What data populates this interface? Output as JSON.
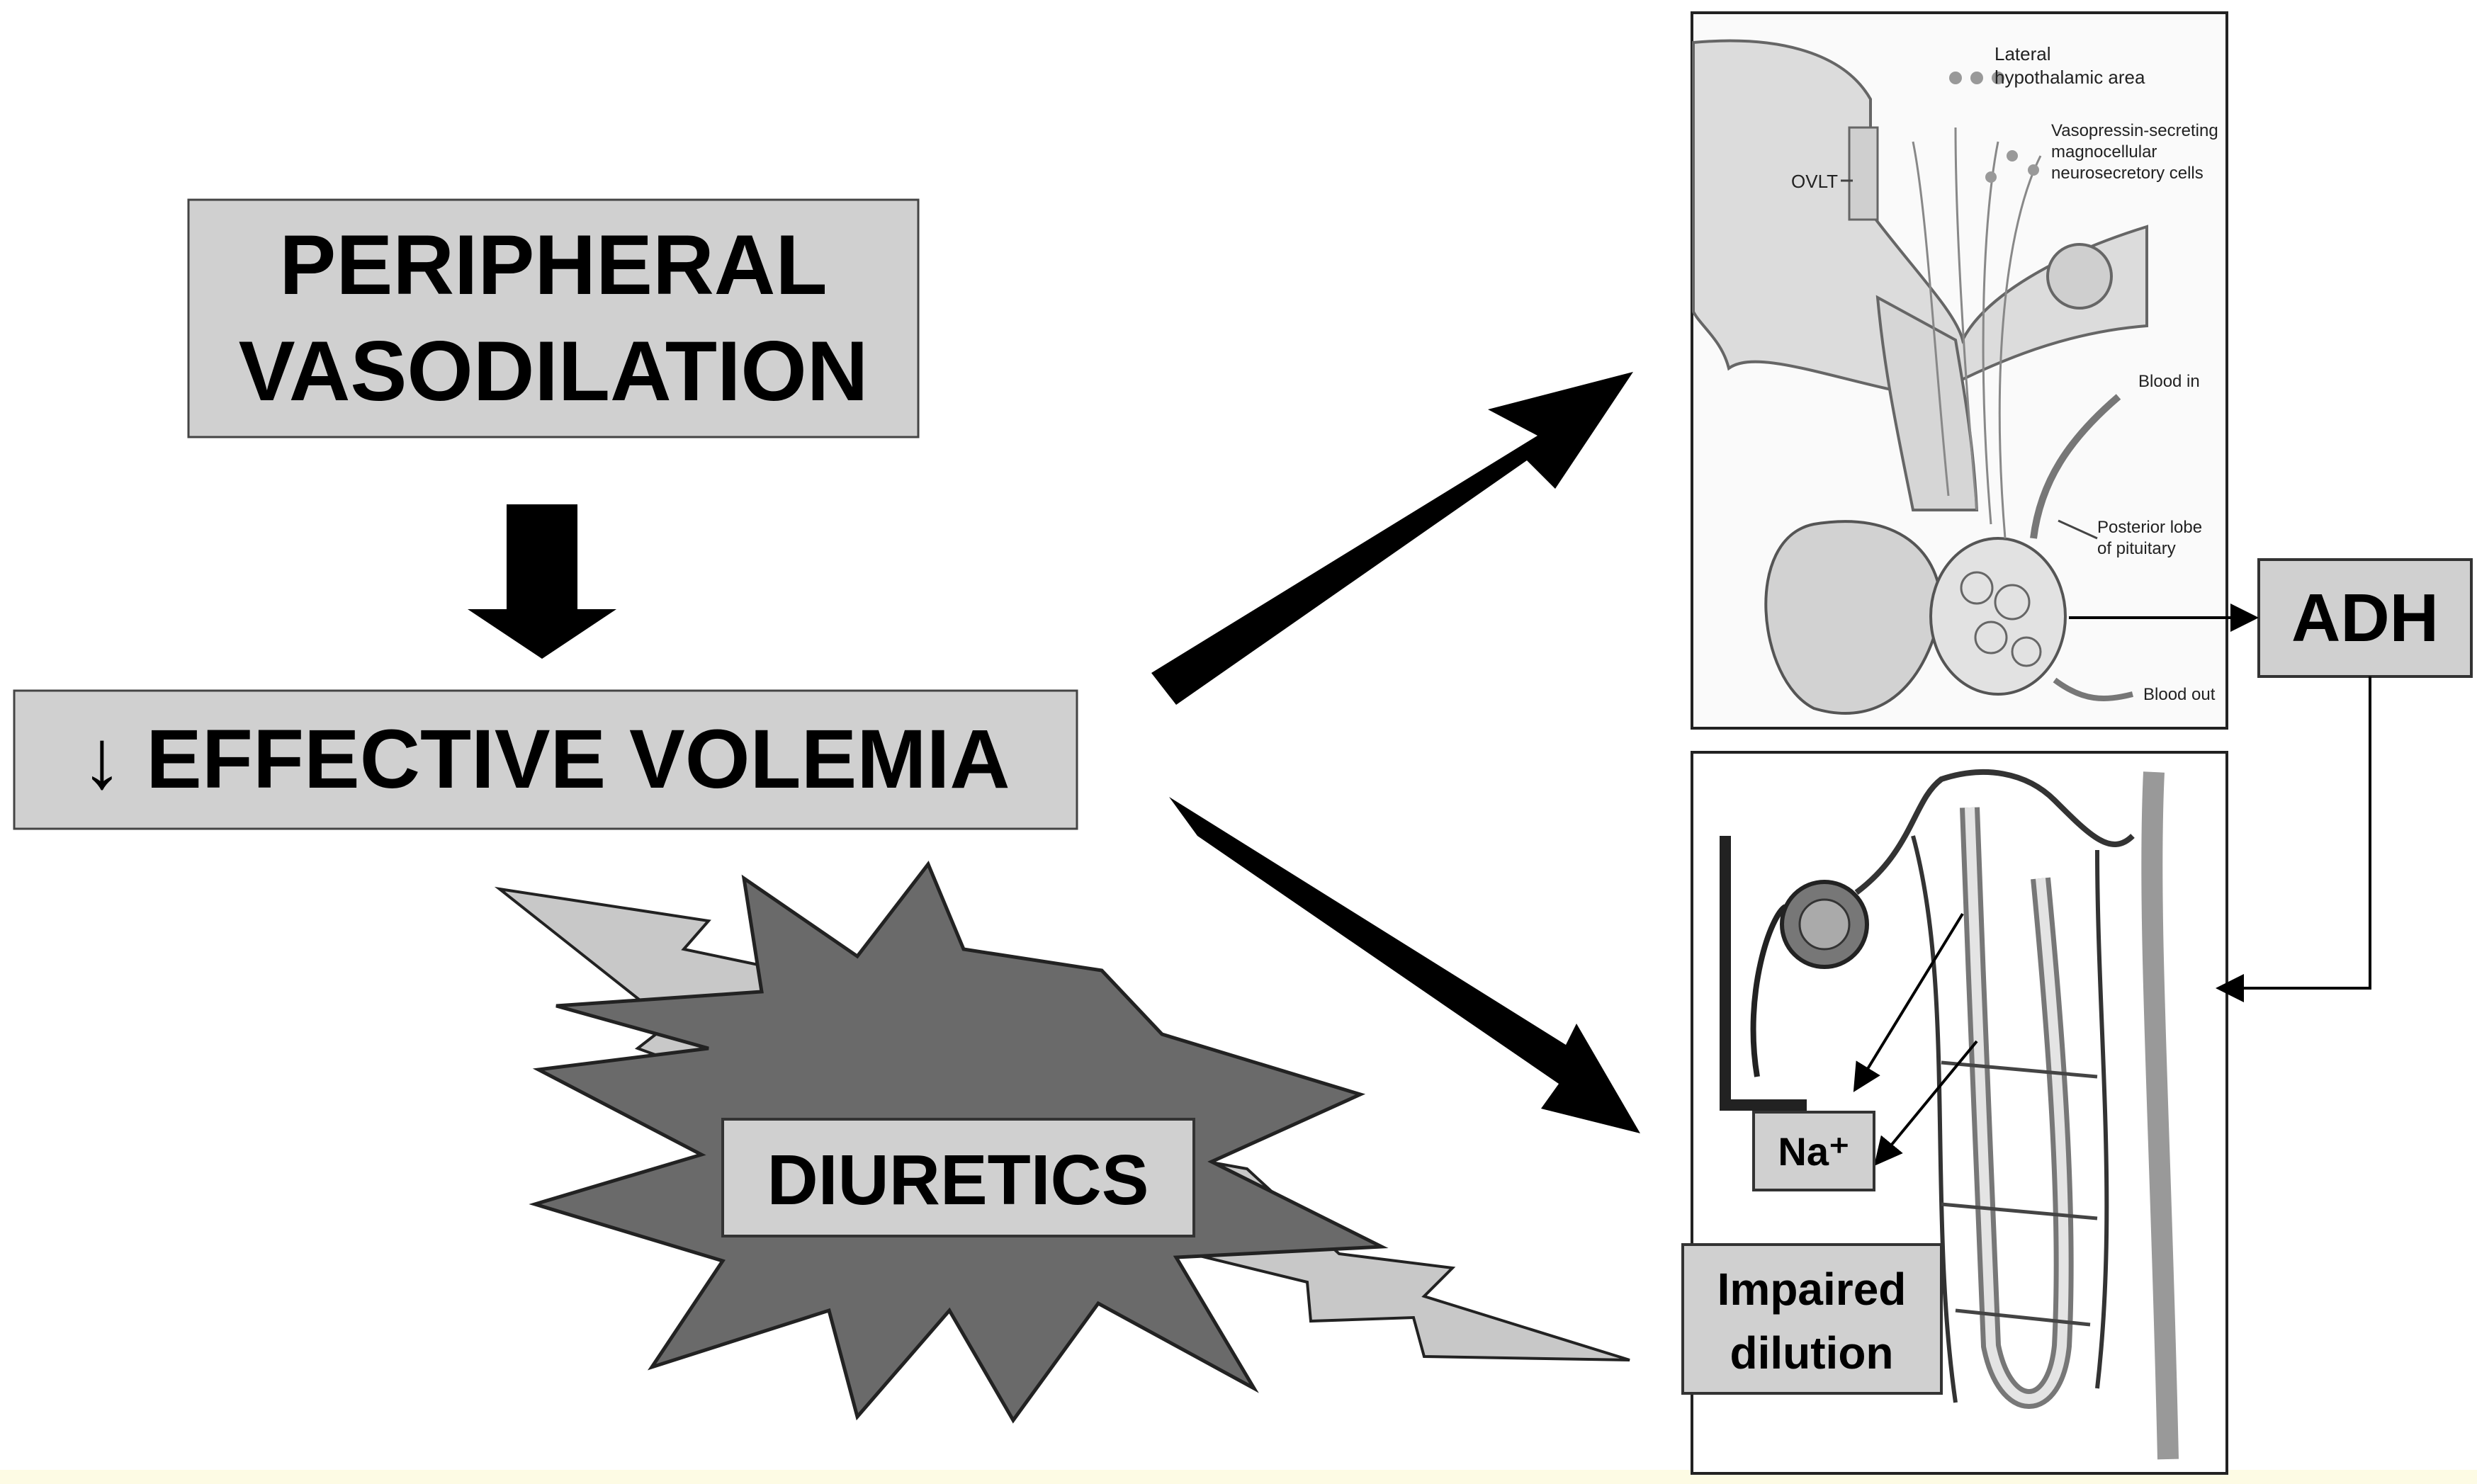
{
  "boxes": {
    "peripheral_line1": "PERIPHERAL",
    "peripheral_line2": "VASODILATION",
    "effective_volemia": "↓ EFFECTIVE VOLEMIA",
    "diuretics": "DIURETICS",
    "adh": "ADH",
    "na": "Na⁺",
    "impaired_line1": "Impaired",
    "impaired_line2": "dilution"
  },
  "pituitary_labels": {
    "lateral_line1": "Lateral",
    "lateral_line2": "hypothalamic area",
    "vaso_line1": "Vasopressin-secreting",
    "vaso_line2": "magnocellular",
    "vaso_line3": "neurosecretory cells",
    "ovlt": "OVLT",
    "blood_in": "Blood in",
    "posterior_line1": "Posterior lobe",
    "posterior_line2": "of pituitary",
    "blood_out": "Blood out"
  },
  "colors": {
    "box_fill": "#d0d0d0",
    "starburst": "#6a6a6a",
    "lightning": "#c8c8c8",
    "arrow": "#000000"
  }
}
